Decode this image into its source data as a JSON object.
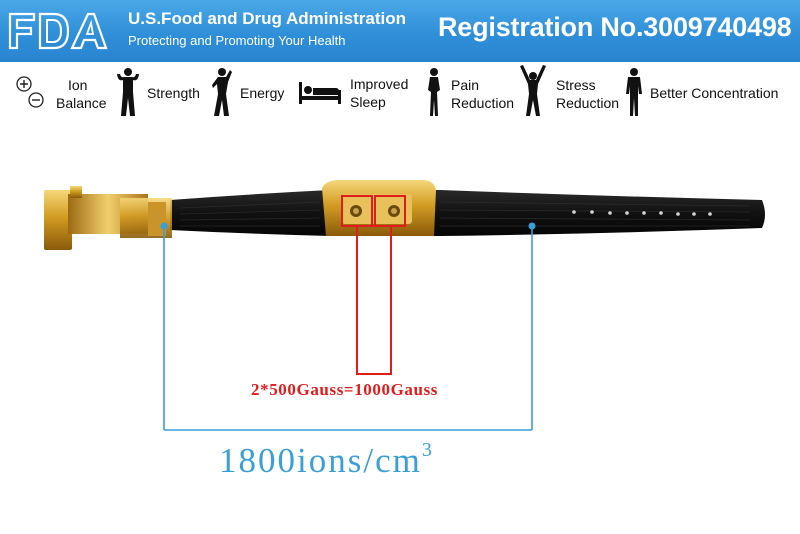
{
  "header": {
    "logo_text": "FDA",
    "agency_name": "U.S.Food and Drug Administration",
    "tagline": "Protecting and Promoting Your Health",
    "registration": "Registration No.3009740498",
    "banner_color": "#2f8fd8"
  },
  "benefits": [
    {
      "icon": "plus-minus-icon",
      "line1": "Ion",
      "line2": "Balance"
    },
    {
      "icon": "strongman-icon",
      "line1": "Strength",
      "line2": ""
    },
    {
      "icon": "energetic-person-icon",
      "line1": "Energy",
      "line2": ""
    },
    {
      "icon": "bed-icon",
      "line1": "Improved",
      "line2": "Sleep"
    },
    {
      "icon": "woman-silhouette-icon",
      "line1": "Pain",
      "line2": "Reduction"
    },
    {
      "icon": "stretching-woman-icon",
      "line1": "Stress",
      "line2": "Reduction"
    },
    {
      "icon": "standing-man-icon",
      "line1": "Better Concentration",
      "line2": ""
    }
  ],
  "annotations": {
    "magnet_text": "2*500Gauss=1000Gauss",
    "ions_text": "1800ions/cm",
    "ions_superscript": "3",
    "magnet_color": "#e01d1d",
    "ions_color": "#3a9fd8"
  }
}
